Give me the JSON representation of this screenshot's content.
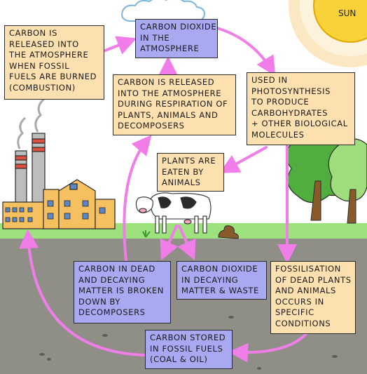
{
  "colors": {
    "orange_box": "#fde0b0",
    "purple_box": "#a9a9f2",
    "arrow": "#f07de8",
    "ground": "#8f8f87",
    "grass": "#9ee27e",
    "sun": "#f9d23a",
    "sun_rays": "#fbe8c2"
  },
  "sun": {
    "label": "SUN"
  },
  "boxes": {
    "combustion": [
      "CARBON IS",
      "RELEASED INTO",
      "THE ATMOSPHERE",
      "WHEN FOSSIL",
      "FUELS ARE BURNED",
      "(COMBUSTION)"
    ],
    "atmosphere": [
      "CARBON DIOXIDE",
      "IN THE",
      "ATMOSPHERE"
    ],
    "respiration": [
      "CARBON IS RELEASED",
      "INTO THE ATMOSPHERE",
      "DURING RESPIRATION OF",
      "PLANTS, ANIMALS AND",
      "DECOMPOSERS"
    ],
    "photosynthesis": [
      "USED IN",
      "PHOTOSYNTHESIS",
      "TO PRODUCE",
      "CARBOHYDRATES",
      "+ OTHER BIOLOGICAL",
      "MOLECULES"
    ],
    "eaten": [
      "PLANTS ARE",
      "EATEN BY",
      "ANIMALS"
    ],
    "dead_matter": [
      "CARBON IN DEAD",
      "AND DECAYING",
      "MATTER IS BROKEN",
      "DOWN BY",
      "DECOMPOSERS"
    ],
    "co2_decaying": [
      "CARBON DIOXIDE",
      "IN DECAYING",
      "MATTER & WASTE"
    ],
    "fossilisation": [
      "FOSSILISATION",
      "OF DEAD PLANTS",
      "AND ANIMALS",
      "OCCURS IN",
      "SPECIFIC",
      "CONDITIONS"
    ],
    "fossil_fuels": [
      "CARBON STORED",
      "IN FOSSIL FUELS",
      "(COAL & OIL)"
    ]
  }
}
